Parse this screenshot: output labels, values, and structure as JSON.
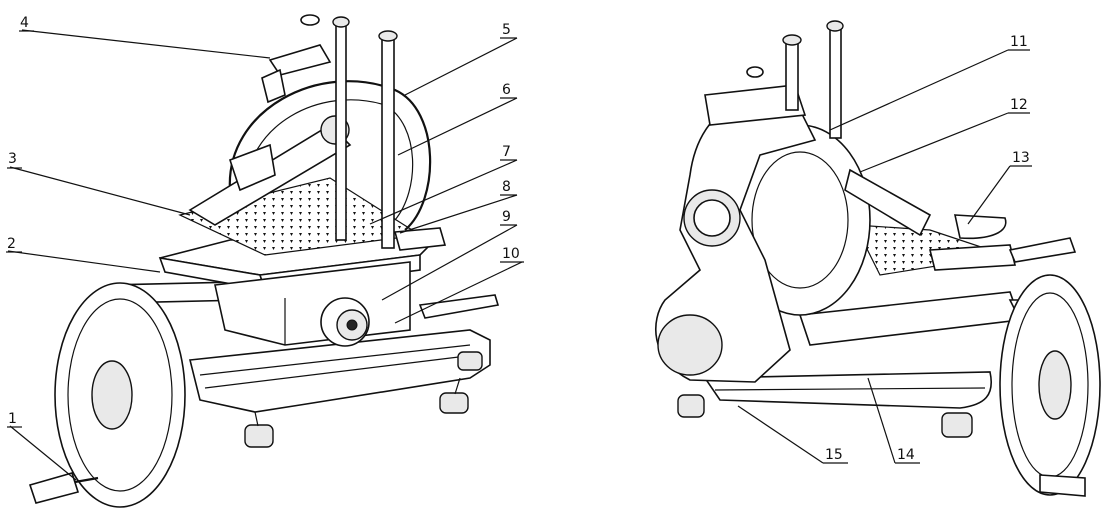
{
  "callouts": [
    {
      "label": "1"
    },
    {
      "label": "2"
    },
    {
      "label": "3"
    },
    {
      "label": "4"
    },
    {
      "label": "5"
    },
    {
      "label": "6"
    },
    {
      "label": "7"
    },
    {
      "label": "8"
    },
    {
      "label": "9"
    },
    {
      "label": "10"
    },
    {
      "label": "11"
    },
    {
      "label": "12"
    },
    {
      "label": "13"
    },
    {
      "label": "14"
    },
    {
      "label": "15"
    }
  ],
  "colors": {
    "ink": "#111111",
    "paper": "#ffffff"
  }
}
